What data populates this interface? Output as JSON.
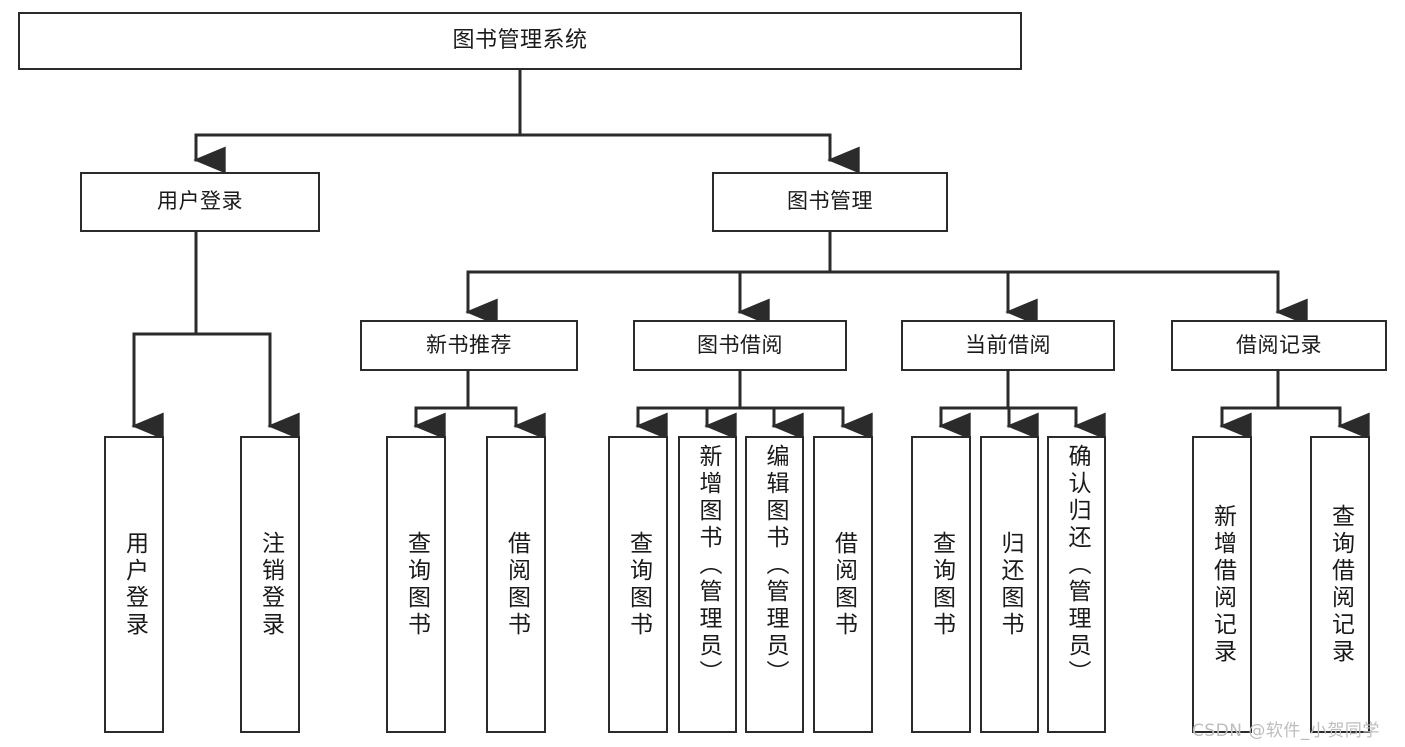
{
  "diagram": {
    "title": "图书管理系统",
    "type": "function-structure-tree",
    "colors": {
      "background": "#ffffff",
      "node_border": "#2b2b2b",
      "node_fill": "#ffffff",
      "edge": "#2b2b2b",
      "text": "#1a1a1a",
      "watermark": "#bdbdbd"
    },
    "root": {
      "label": "图书管理系统"
    },
    "level2": [
      {
        "label": "用户登录"
      },
      {
        "label": "图书管理"
      }
    ],
    "level3": [
      {
        "label": "新书推荐"
      },
      {
        "label": "图书借阅"
      },
      {
        "label": "当前借阅"
      },
      {
        "label": "借阅记录"
      }
    ],
    "leaves": {
      "user_login": [
        {
          "label": "用户登录"
        },
        {
          "label": "注销登录"
        }
      ],
      "new_book_recommend": [
        {
          "label": "查询图书"
        },
        {
          "label": "借阅图书"
        }
      ],
      "book_borrow": [
        {
          "label": "查询图书"
        },
        {
          "label": "新增图书（管理员）"
        },
        {
          "label": "编辑图书（管理员）"
        },
        {
          "label": "借阅图书"
        }
      ],
      "current_borrow": [
        {
          "label": "查询图书"
        },
        {
          "label": "归还图书"
        },
        {
          "label": "确认归还（管理员）"
        }
      ],
      "borrow_record": [
        {
          "label": "新增借阅记录"
        },
        {
          "label": "查询借阅记录"
        }
      ]
    }
  },
  "watermark": {
    "text": "CSDN @软件_小贺同学"
  }
}
